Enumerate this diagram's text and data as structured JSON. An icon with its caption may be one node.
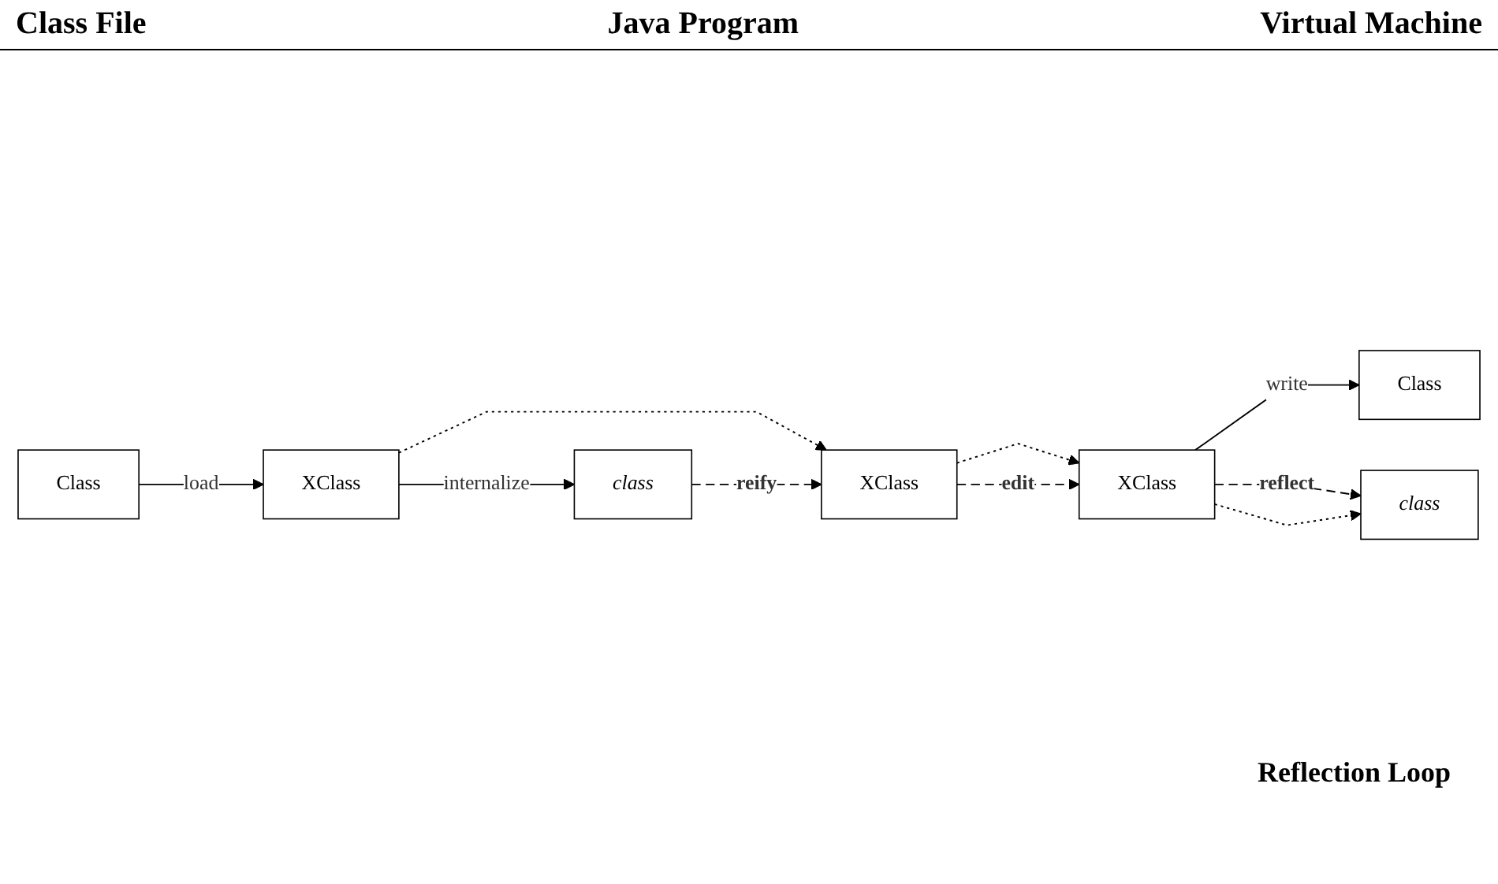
{
  "diagram": {
    "nodes": [
      {
        "text": [
          "Class"
        ]
      },
      {
        "text": [
          "XClass"
        ]
      },
      {
        "text": [
          "class"
        ]
      },
      {
        "text": [
          "XClass"
        ]
      },
      {
        "text": [
          "XClass"
        ]
      },
      {
        "text": [
          "Class"
        ]
      },
      {
        "text": [
          "class"
        ]
      }
    ],
    "edges": [
      {
        "from": 0,
        "to": 1,
        "arrow": "to",
        "label": "load"
      },
      {
        "from": 1,
        "to": 2,
        "arrow": "to",
        "label": "internalize"
      },
      {
        "from": 1,
        "to": 3,
        "arrow": "to",
        "style": "dashed"
      },
      {
        "from": 2,
        "to": 3,
        "arrow": "to",
        "style": "dashed",
        "label": "reify"
      },
      {
        "from": 3,
        "to": 4,
        "arrow": "to",
        "style": "dashed"
      },
      {
        "from": 3,
        "to": 4,
        "arrow": "to",
        "style": "dashed",
        "label": "edit"
      },
      {
        "from": 4,
        "to": 5,
        "arrow": "to",
        "label": "write"
      },
      {
        "from": 4,
        "to": 6,
        "arrow": "to",
        "style": "dashed",
        "label": "reflect"
      },
      {
        "from": 4,
        "to": 6,
        "arrow": "to",
        "style": "dashed"
      }
    ],
    "labels": [
      "Class File",
      "Java Program",
      "Virtual Machine",
      "Reflection Loop"
    ]
  }
}
